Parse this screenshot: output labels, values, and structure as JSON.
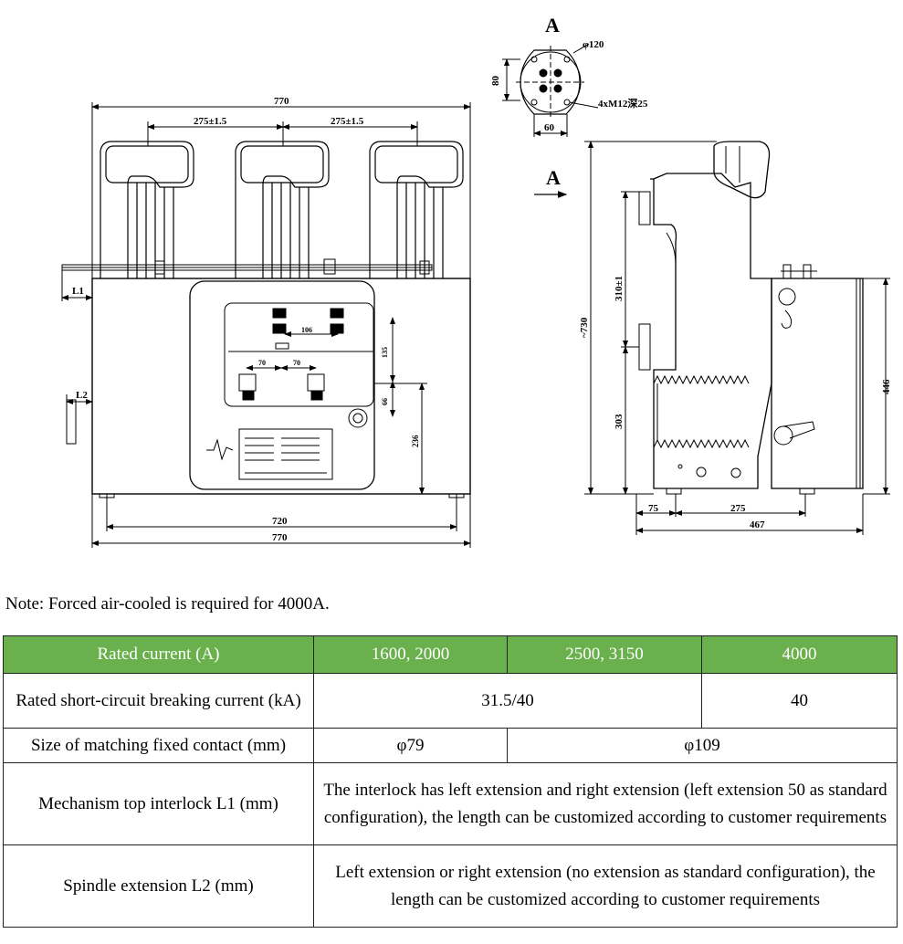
{
  "drawing": {
    "front_view": {
      "dim_overall_width": "770",
      "dim_spacing_left": "275±1.5",
      "dim_spacing_right": "275±1.5",
      "dim_base_width": "720",
      "dim_base_overall": "770",
      "dim_L1": "L1",
      "dim_L2": "L2",
      "dim_106": "106",
      "dim_70a": "70",
      "dim_70b": "70",
      "dim_135": "135",
      "dim_66": "66",
      "dim_236": "236"
    },
    "view_a": {
      "label": "A",
      "dim_phi120": "φ120",
      "dim_80": "80",
      "dim_60": "60",
      "dim_holes": "4xM12深25"
    },
    "side_view": {
      "arrow_label": "A",
      "dim_730": "~730",
      "dim_310": "310±1",
      "dim_303": "303",
      "dim_446": "446",
      "dim_75": "75",
      "dim_275": "275",
      "dim_467": "467"
    }
  },
  "note": "Note: Forced air-cooled is required for 4000A.",
  "table": {
    "header": {
      "label": "Rated current (A)",
      "col1": "1600, 2000",
      "col2": "2500, 3150",
      "col3": "4000"
    },
    "rows": [
      {
        "label": "Rated short-circuit breaking current (kA)",
        "v12": "31.5/40",
        "v3": "40"
      },
      {
        "label": "Size of matching fixed contact (mm)",
        "v1": "φ79",
        "v23": "φ109"
      },
      {
        "label": "Mechanism top interlock L1 (mm)",
        "v": "The interlock has left extension and right extension (left extension 50 as standard configuration),  the length can be customized according to customer requirements"
      },
      {
        "label": "Spindle extension L2 (mm)",
        "v": "Left extension or right extension (no extension as standard configuration), the length can be customized according to customer requirements"
      }
    ],
    "colors": {
      "header_bg": "#6ab04c",
      "header_text": "#ffffff",
      "border": "#222222"
    }
  }
}
